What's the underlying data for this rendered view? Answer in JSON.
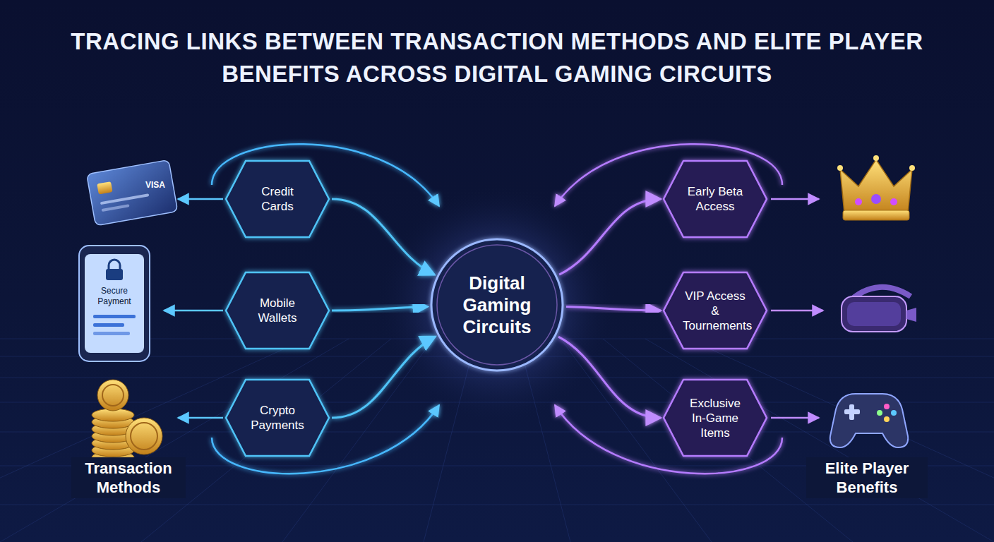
{
  "diagram": {
    "title": "TRACING LINKS BETWEEN TRANSACTION METHODS AND ELITE PLAYER BENEFITS ACROSS DIGITAL GAMING CIRCUITS",
    "nodes": [
      {
        "text": [
          "Credit Cards"
        ]
      },
      {
        "text": [
          "Mobile Wallets"
        ]
      },
      {
        "text": [
          "Crypto Payments"
        ]
      },
      {
        "text": [
          "Digital Gaming Circuits"
        ]
      },
      {
        "text": [
          "Early Beta Access"
        ]
      },
      {
        "text": [
          "VIP Access & Tournements"
        ]
      },
      {
        "text": [
          "Exclusive In-Game Items"
        ]
      }
    ],
    "edges": [
      {
        "from": 0,
        "to": 3,
        "arrow": "to"
      },
      {
        "from": 1,
        "to": 3,
        "arrow": "to"
      },
      {
        "from": 2,
        "to": 3,
        "arrow": "to"
      },
      {
        "from": 3,
        "to": 4,
        "arrow": "to"
      },
      {
        "from": 3,
        "to": 5,
        "arrow": "to"
      },
      {
        "from": 3,
        "to": 6,
        "arrow": "to"
      }
    ],
    "labels": [
      "Transaction Methods",
      "Elite Player Benefits",
      "VISA",
      "Secure Payment"
    ]
  }
}
